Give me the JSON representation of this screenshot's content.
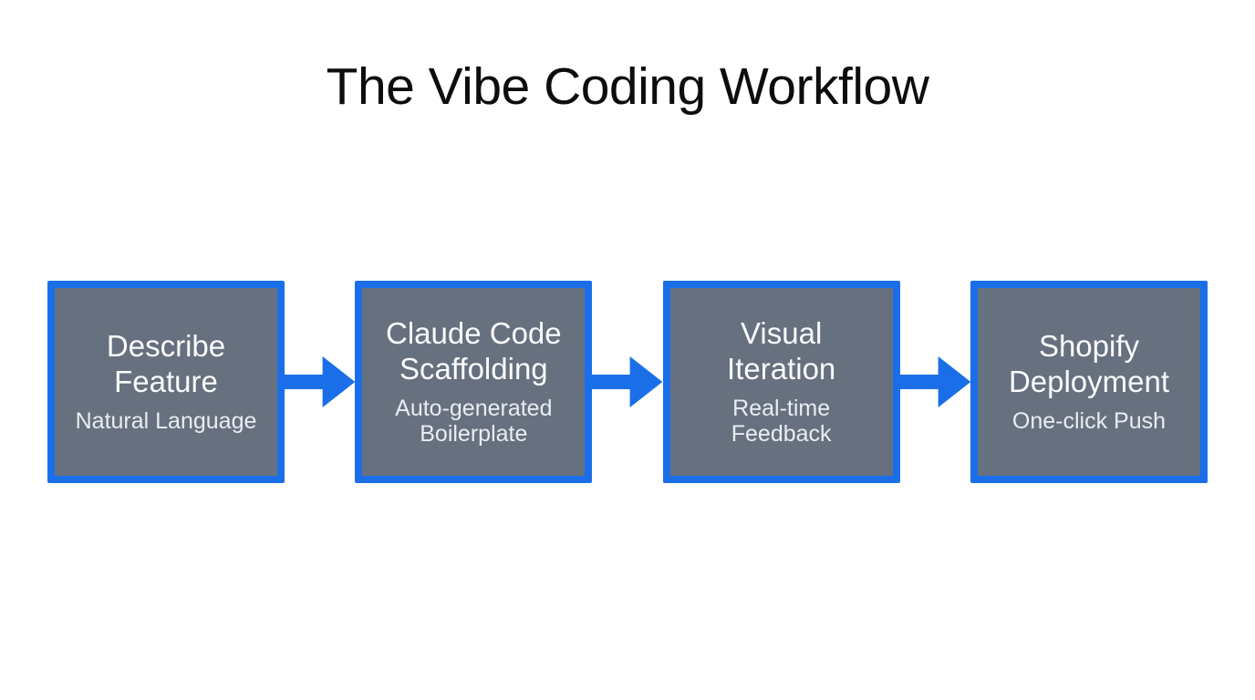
{
  "title": "The Vibe Coding Workflow",
  "colors": {
    "background": "#ffffff",
    "title_text": "#0d0d0d",
    "box_fill": "#67707e",
    "accent_blue": "#1a6fe8",
    "heading_text": "#fafbfc",
    "subtitle_text": "#e9edf2"
  },
  "steps": [
    {
      "heading": "Describe\nFeature",
      "subtitle": "Natural Language"
    },
    {
      "heading": "Claude Code\nScaffolding",
      "subtitle": "Auto-generated\nBoilerplate"
    },
    {
      "heading": "Visual\nIteration",
      "subtitle": "Real-time\nFeedback"
    },
    {
      "heading": "Shopify\nDeployment",
      "subtitle": "One-click Push"
    }
  ]
}
